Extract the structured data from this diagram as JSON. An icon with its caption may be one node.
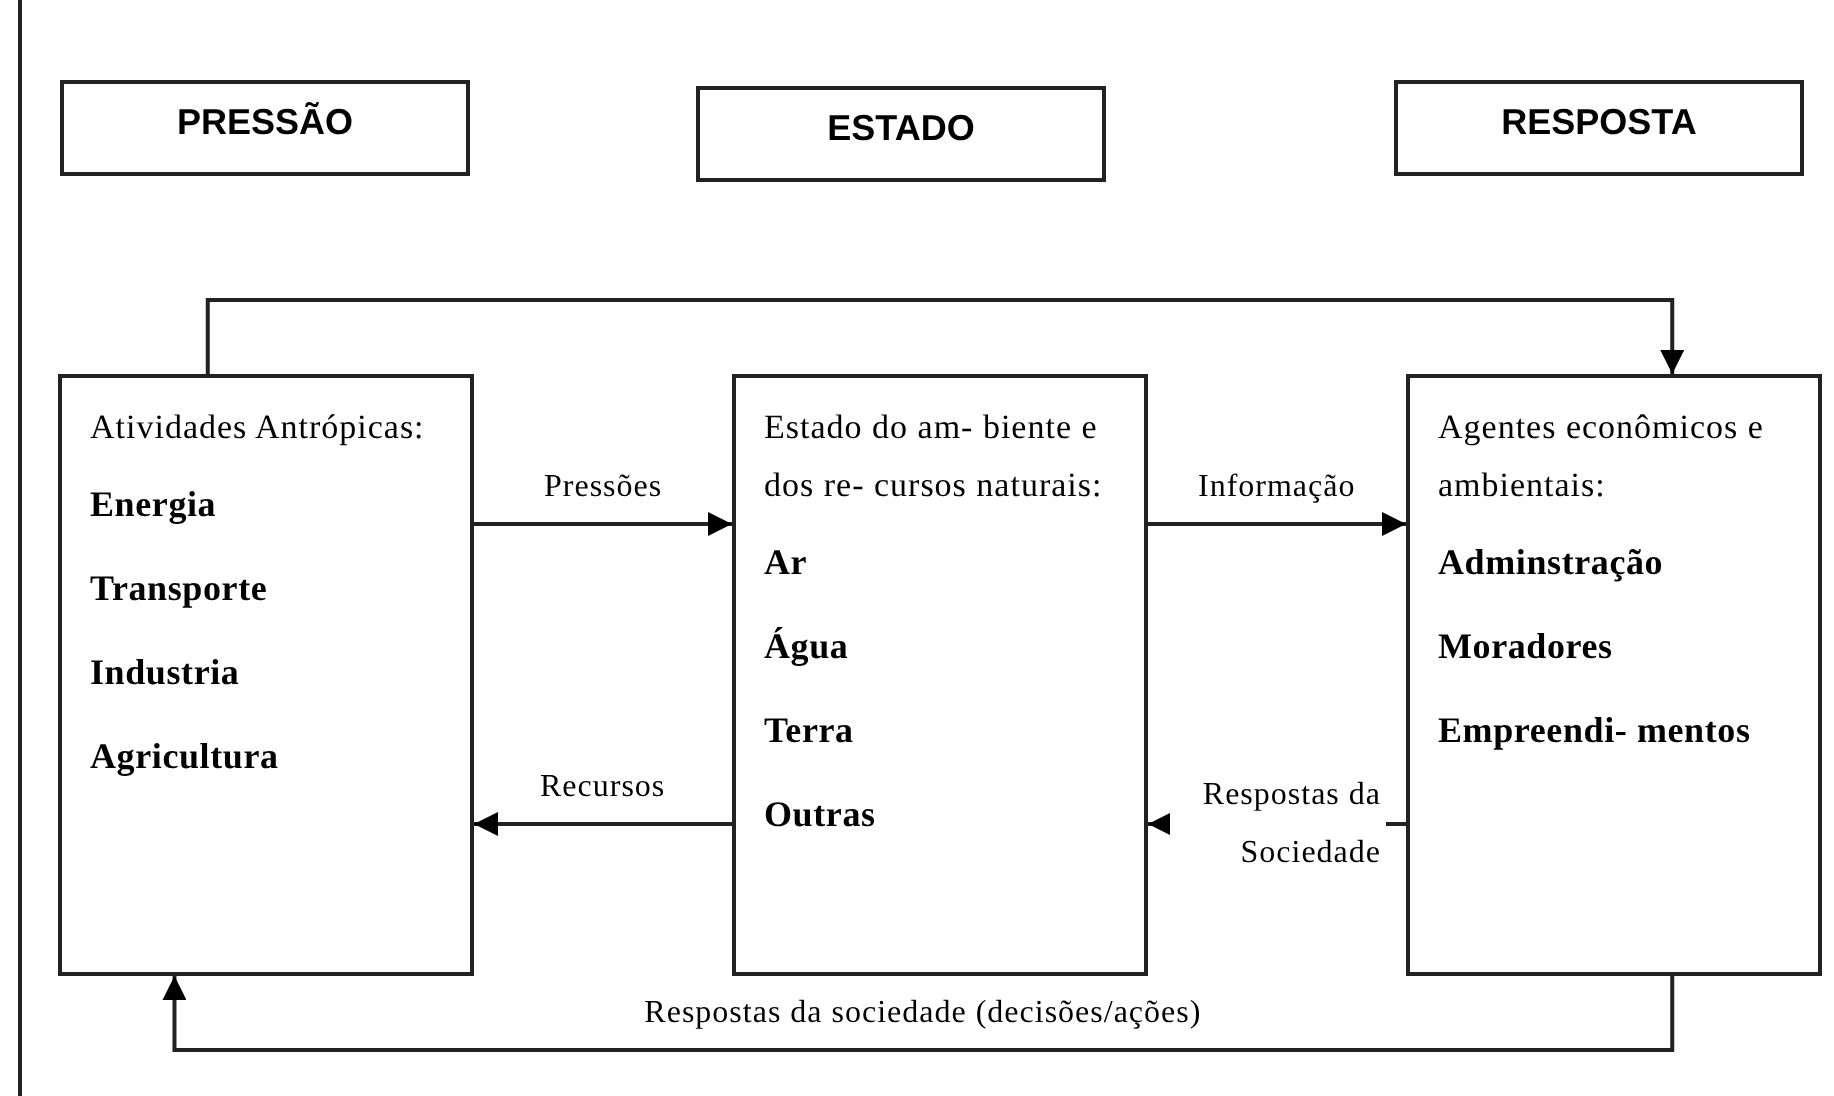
{
  "diagram": {
    "nodes": [
      {
        "text": [
          "PRESSÃO"
        ]
      },
      {
        "text": [
          "ESTADO"
        ]
      },
      {
        "text": [
          "RESPOSTA"
        ]
      },
      {
        "text": [
          "Atividades Antrópicas:",
          "Energia",
          "Transporte",
          "Industria",
          "Agricultura"
        ]
      },
      {
        "text": [
          "Estado do am- biente e dos re- cursos naturais:",
          "Ar",
          "Água",
          "Terra",
          "Outras"
        ]
      },
      {
        "text": [
          "Agentes econômicos e ambientais:",
          "Adminstração",
          "Moradores",
          "Empreendi- mentos"
        ]
      }
    ],
    "edges": [
      {
        "from": 3,
        "to": 5,
        "arrow": "to"
      },
      {
        "from": 3,
        "to": 4,
        "arrow": "to",
        "label": "Pressões"
      },
      {
        "from": 4,
        "to": 5,
        "arrow": "to",
        "label": "Informação"
      },
      {
        "from": 4,
        "to": 3,
        "arrow": "to",
        "label": "Recursos"
      },
      {
        "from": 5,
        "to": 4,
        "arrow": "to",
        "label": "Respostas da Sociedade"
      },
      {
        "from": 5,
        "to": 3,
        "arrow": "to",
        "label": "Respostas da sociedade (decisões/ações)"
      }
    ]
  }
}
